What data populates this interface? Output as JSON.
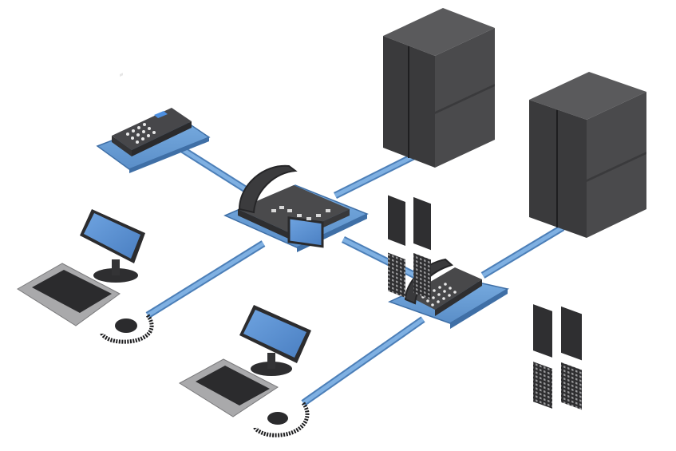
{
  "scene": {
    "subject": "network",
    "colors": {
      "background": "#ffffff",
      "cable": "#6f9fd3",
      "cable_edge": "#4c7fb8",
      "plate": "#6b9fd6",
      "plate_edge": "#3f6fa6",
      "device_dark": "#3a3a3c",
      "device_mid": "#4a4a4c",
      "device_light": "#5a5a5c",
      "screen": "#5b8fd0",
      "keyboard_body": "#a9a9ab",
      "key": "#2b2b2d"
    },
    "devices": [
      {
        "type": "server-pair",
        "name": "server-rack-1"
      },
      {
        "type": "server-pair",
        "name": "server-rack-2"
      },
      {
        "type": "desk-phone-with-display",
        "name": "central-phone"
      },
      {
        "type": "keypad-terminal",
        "name": "keypad-terminal"
      },
      {
        "type": "desk-phone",
        "name": "desk-phone"
      },
      {
        "type": "workstation",
        "name": "workstation-1"
      },
      {
        "type": "workstation",
        "name": "workstation-2"
      }
    ]
  }
}
